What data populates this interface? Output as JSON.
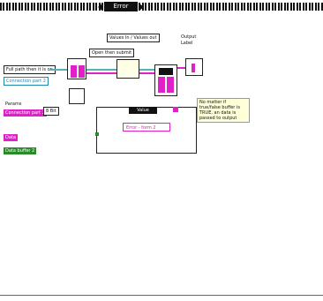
{
  "header": {
    "case_selector": "Error"
  },
  "labels": {
    "values_in_out": "Values In / Values out",
    "open_then_submit": "Open then submit",
    "output_label_top": "Output",
    "output_label_bottom": "Label",
    "path_label": "Full path then it is on",
    "connection_part": "Connection part 2",
    "file_label": "8 Bit",
    "params_label": "Params",
    "values_case": "Value",
    "note_text": "No matter if true/false buffer is TRUE, an data is passed to output",
    "error_label": "Error - form 2",
    "data_label": "Data",
    "buffer_label": "Data buffer 2"
  },
  "colors": {
    "error_wire": "#e020c8",
    "numeric_wire": "#2a8a2a",
    "string_wire": "#e020c8",
    "cluster_wire": "#5ab0b0",
    "note_bg": "#ffffd8"
  }
}
